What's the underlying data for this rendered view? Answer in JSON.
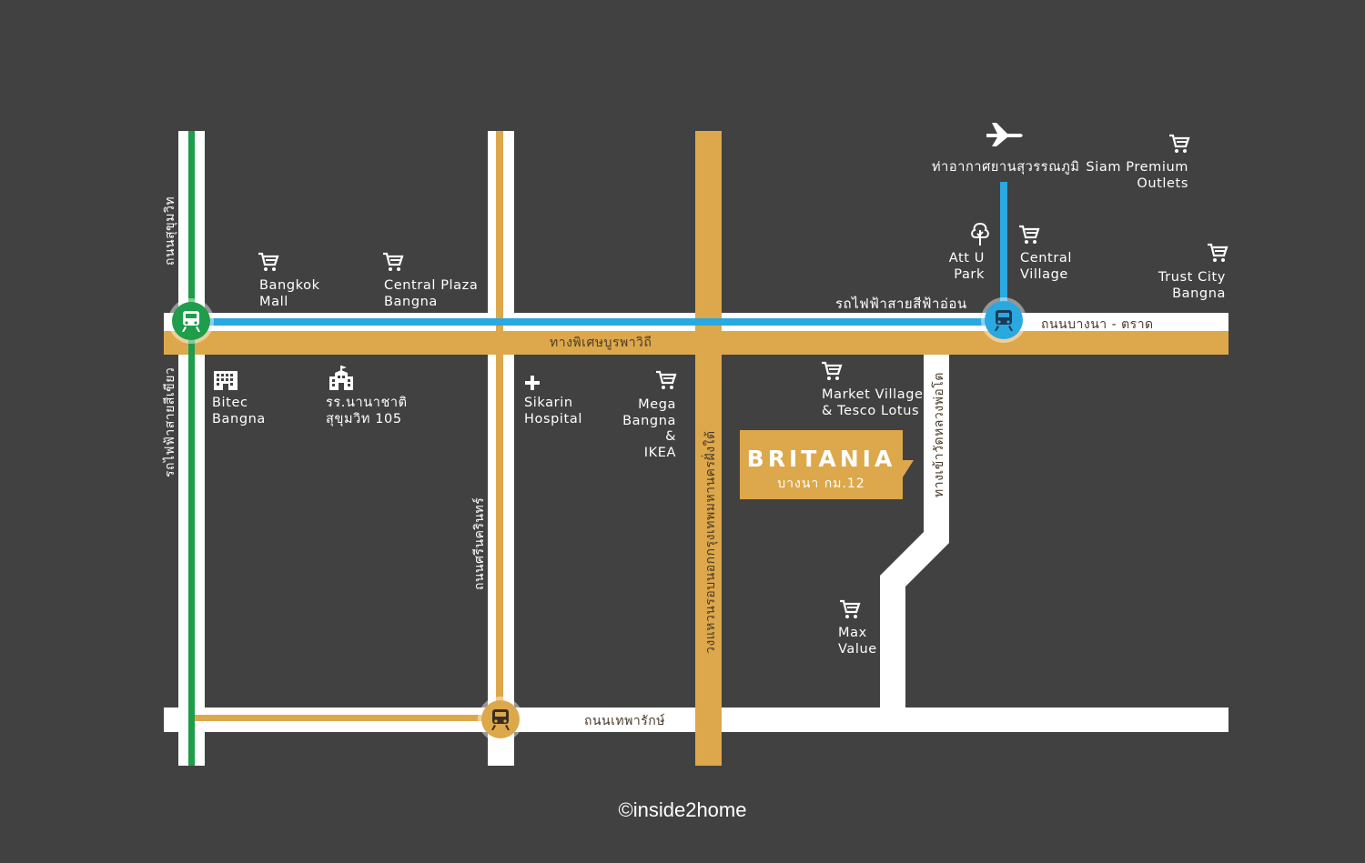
{
  "roads": {
    "bangna_trad": "ถนนบางนา - ตราด",
    "special_bangna": "ทางพิเศษบูรพาวิถี",
    "sukhumvit": "ถนนสุขุมวิท",
    "bts_green": "รถไฟฟ้าสายสีเขียว",
    "srinakarin": "ถนนศรีนครินทร์",
    "outer_ring": "วงแหวนรอบนอกกรุงเทพมหานครฝั่งใต้",
    "theparak": "ถนนเทพารักษ์",
    "wat_luang_pho_to": "ทางเข้าวัดหลวงพ่อโต",
    "light_blue_line": "รถไฟฟ้าสายสีฟ้าอ่อน"
  },
  "places": {
    "airport": "ท่าอากาศยานสุวรรณภูมิ",
    "siam_premium": "Siam Premium\nOutlets",
    "att_u_park": "Att U\nPark",
    "central_village": "Central\nVillage",
    "trust_city": "Trust City\nBangna",
    "bangkok_mall": "Bangkok\nMall",
    "central_plaza": "Central Plaza\nBangna",
    "bitec": "Bitec\nBangna",
    "school": "รร.นานาชาติ\nสุขุมวิท 105",
    "sikarin": "Sikarin\nHospital",
    "mega_bangna": "Mega\nBangna\n&\nIKEA",
    "market_village": "Market Village\n& Tesco Lotus",
    "max_value": "Max\nValue"
  },
  "brand": {
    "name": "BRITANIA",
    "sub": "บางนา กม.12"
  },
  "credit": "©inside2home",
  "colors": {
    "background": "#414141",
    "road_white": "#ffffff",
    "road_gold": "#dda84b",
    "green_line": "#1e9d4b",
    "blue_line": "#2aa8e0"
  },
  "icons": {
    "airport": "airplane-icon",
    "shopping": "shopping-cart-icon",
    "park": "tree-icon",
    "hospital": "cross-icon",
    "building": "office-building-icon",
    "school": "school-icon",
    "station": "train-icon"
  }
}
